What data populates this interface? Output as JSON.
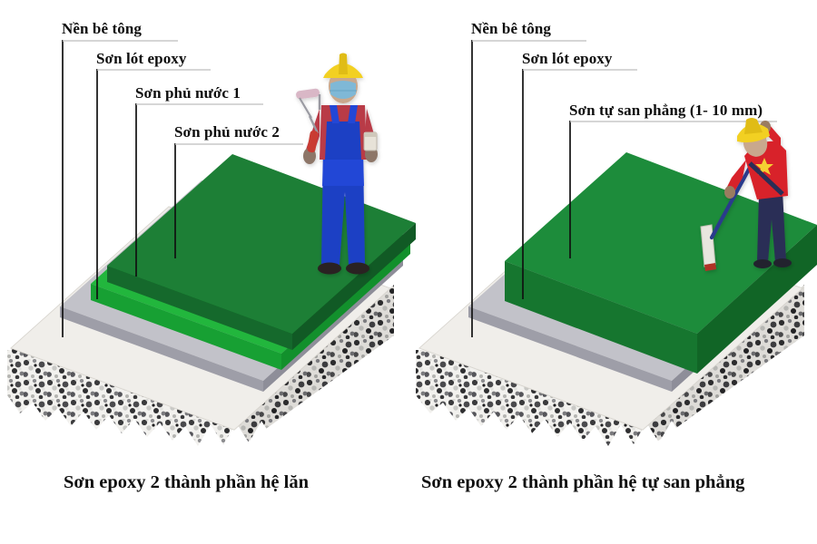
{
  "diagram": {
    "title_left": "Sơn epoxy 2 thành phần hệ lăn",
    "title_right": "Sơn epoxy 2 thành phần hệ tự san phẳng",
    "background_color": "#ffffff",
    "text_color": "#0d0d0d"
  },
  "left_panel": {
    "caption": "Sơn epoxy 2 thành phần hệ lăn",
    "labels": [
      {
        "text": "Nền bê tông",
        "target_layer": "concrete-base"
      },
      {
        "text": "Sơn lót epoxy",
        "target_layer": "epoxy-primer"
      },
      {
        "text": "Sơn phủ nước 1",
        "target_layer": "topcoat-1"
      },
      {
        "text": "Sơn phủ nước 2",
        "target_layer": "topcoat-2"
      }
    ],
    "layers": [
      {
        "name": "concrete-base",
        "color": "#e9e7e1"
      },
      {
        "name": "epoxy-primer",
        "color": "#b3b3bb"
      },
      {
        "name": "topcoat-1",
        "color": "#21b03c"
      },
      {
        "name": "topcoat-2",
        "color": "#18793a"
      }
    ],
    "worker": {
      "name": "worker-with-roller",
      "helmet_color": "#f2d024",
      "mask_color": "#7fb8d6",
      "shirt_color": "#b93a47",
      "overalls_color": "#1e3fc4",
      "shoe_color": "#2a2220",
      "tool": "paint-roller",
      "roller_color": "#d9b7c6"
    }
  },
  "right_panel": {
    "caption": "Sơn epoxy 2 thành phần hệ tự san phẳng",
    "labels": [
      {
        "text": "Nền bê tông",
        "target_layer": "concrete-base"
      },
      {
        "text": "Sơn lót epoxy",
        "target_layer": "epoxy-primer"
      },
      {
        "text": "Sơn tự san phẳng (1- 10 mm)",
        "target_layer": "self-leveling"
      }
    ],
    "layers": [
      {
        "name": "concrete-base",
        "color": "#e9e7e1"
      },
      {
        "name": "epoxy-primer",
        "color": "#b3b3bb"
      },
      {
        "name": "self-leveling",
        "color": "#1d8c3b"
      }
    ],
    "worker": {
      "name": "worker-with-squeegee",
      "helmet_color": "#f2d024",
      "shirt_color": "#d8202a",
      "star_color": "#f5d033",
      "pants_color": "#2c2f57",
      "tool": "squeegee-spreader",
      "blade_color": "#e8e6de",
      "handle_color": "#2b3a8c"
    }
  }
}
